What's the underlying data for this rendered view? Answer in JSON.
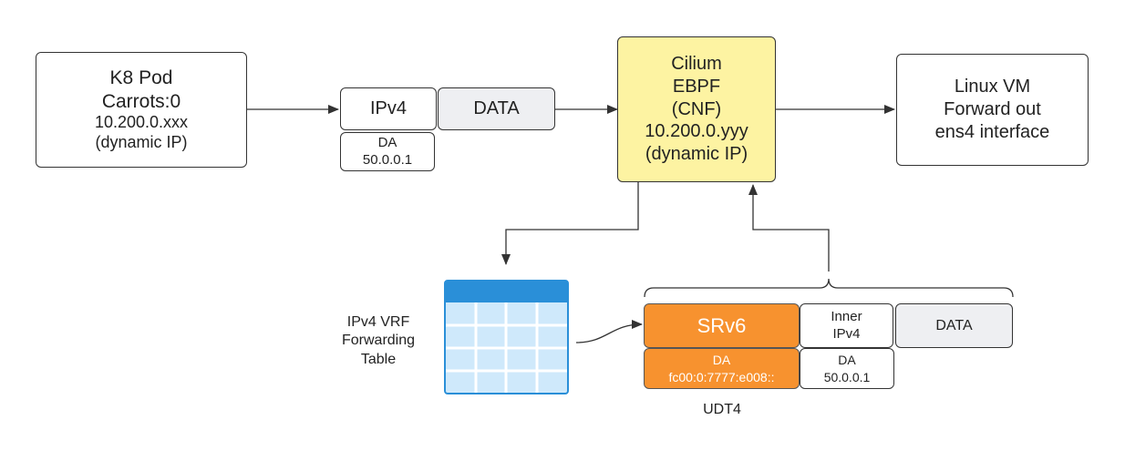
{
  "nodes": {
    "k8_pod": [
      "K8 Pod",
      "Carrots:0",
      "10.200.0.xxx",
      "(dynamic IP)"
    ],
    "ipv4_header": "IPv4",
    "data_top": "DATA",
    "da_top": [
      "DA",
      "50.0.0.1"
    ],
    "cilium": [
      "Cilium",
      "EBPF",
      "(CNF)",
      "10.200.0.yyy",
      "(dynamic IP)"
    ],
    "linux_vm": [
      "Linux VM",
      "Forward out",
      "ens4 interface"
    ],
    "vrf_label": [
      "IPv4 VRF",
      "Forwarding",
      "Table"
    ],
    "srv6": "SRv6",
    "inner_ipv4": [
      "Inner",
      "IPv4"
    ],
    "data_bottom": "DATA",
    "da_srv6": [
      "DA",
      "fc00:0:7777:e008::"
    ],
    "da_inner": [
      "DA",
      "50.0.0.1"
    ],
    "udt4": "UDT4"
  },
  "colors": {
    "cilium_fill": "#fdf3a2",
    "srv6_fill": "#f7922f",
    "data_fill": "#eeeff2",
    "table_header": "#2a8fd8",
    "table_cell": "#cfe9fb"
  },
  "icons": {
    "table": "table-icon"
  }
}
